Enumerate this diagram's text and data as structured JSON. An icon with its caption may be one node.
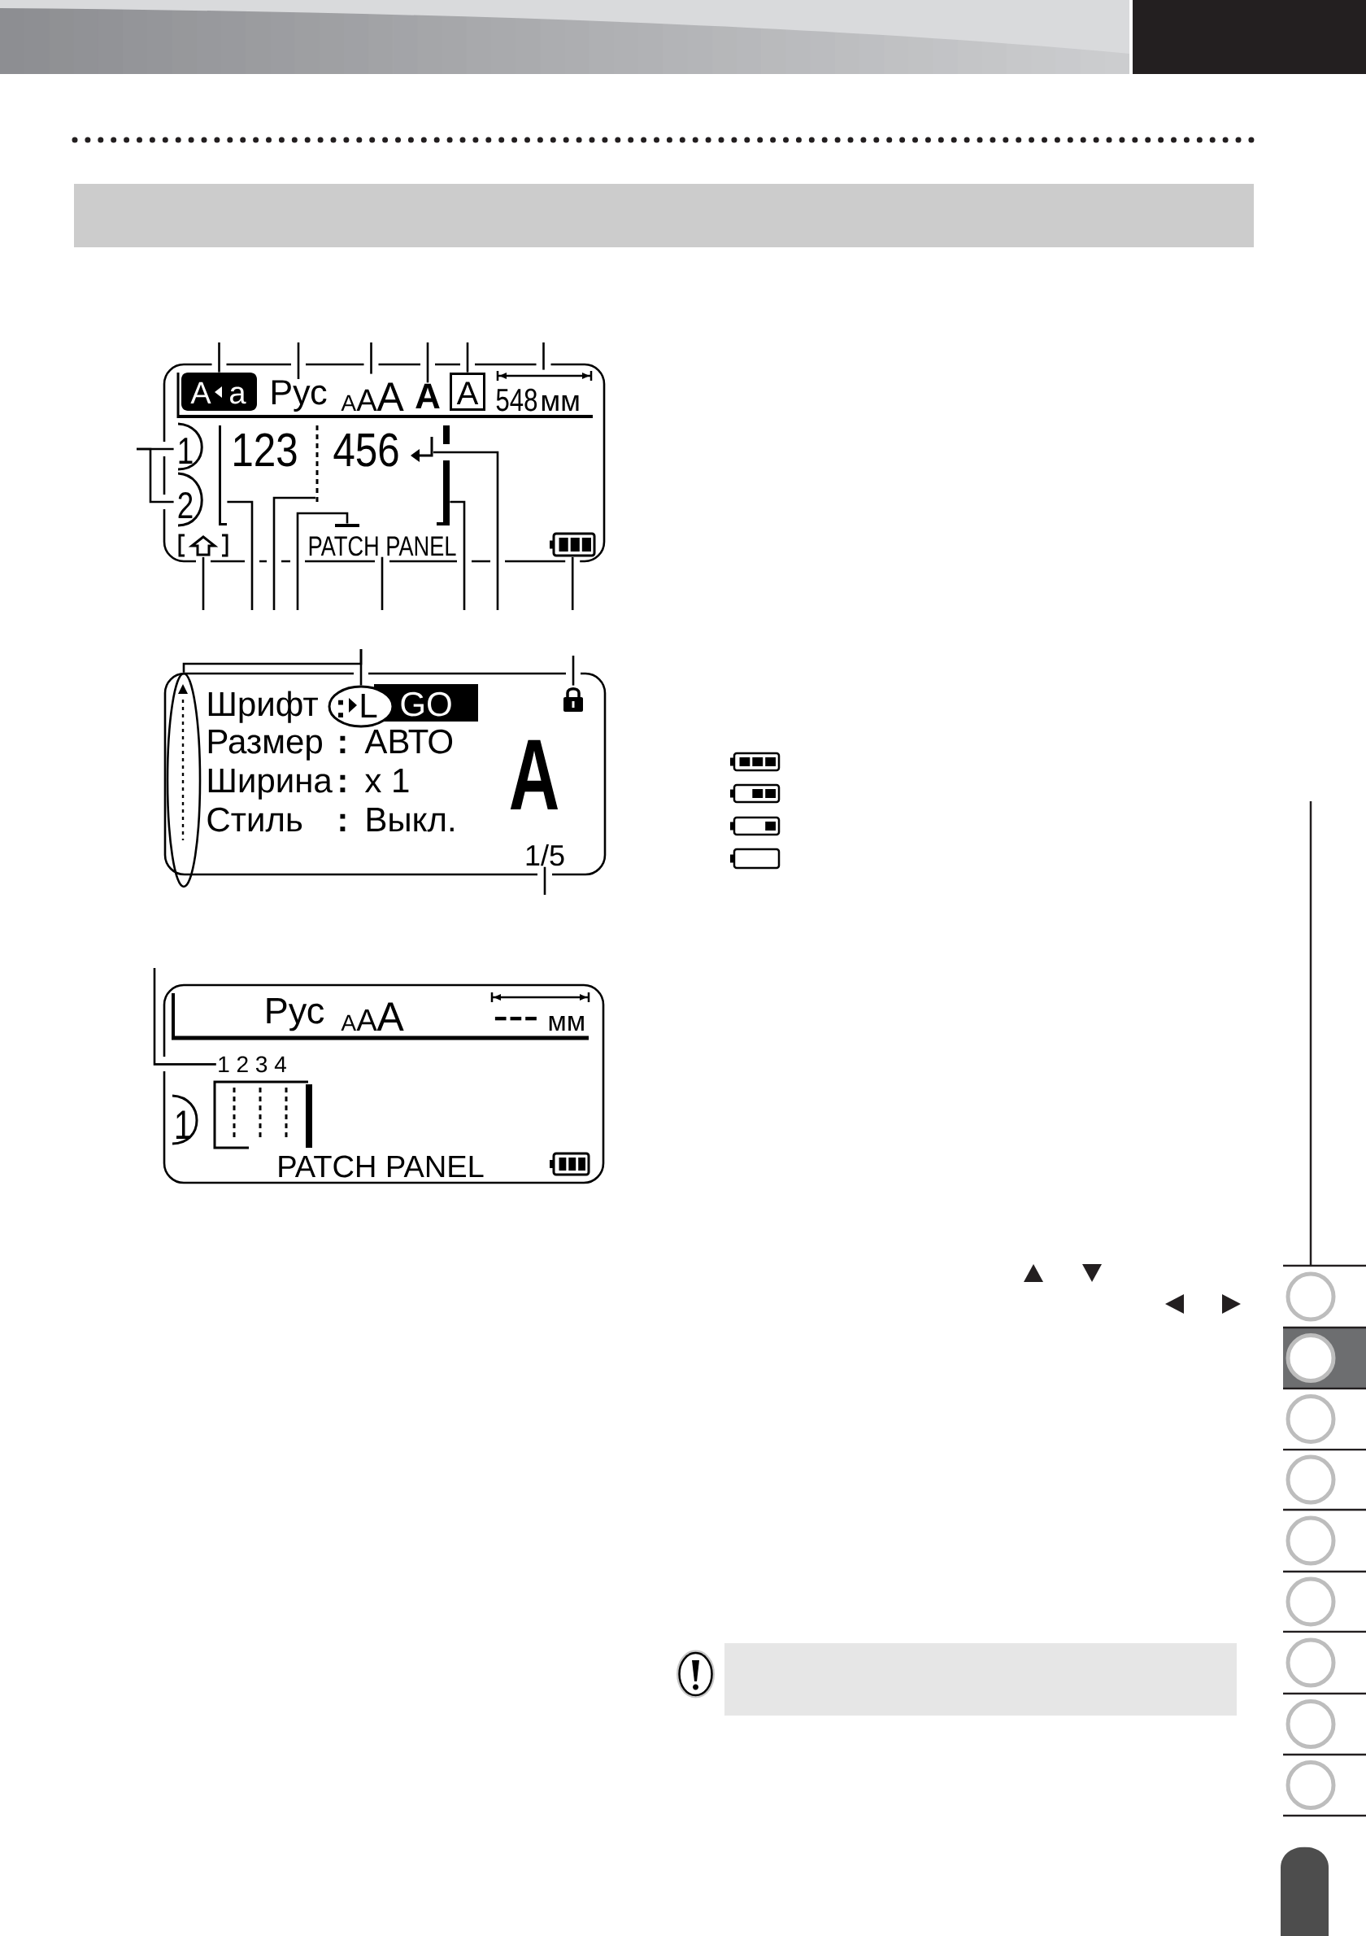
{
  "diagram": {
    "nodes": [
      {
        "text": [],
        "shape": "box"
      },
      {
        "text": [
          "123",
          "456"
        ]
      },
      {
        "text": [
          "A",
          "a"
        ],
        "in": 1
      },
      {
        "text": [
          "Рус"
        ],
        "in": 1
      },
      {
        "text": [
          "A",
          "A",
          "A"
        ],
        "in": 1
      },
      {
        "text": [
          "A"
        ],
        "in": 1
      },
      {
        "text": [
          "A"
        ],
        "in": 1
      },
      {
        "text": [
          "548",
          "мм"
        ],
        "in": 1
      },
      {
        "text": [
          "1"
        ],
        "in": 1
      },
      {
        "text": [],
        "shape": "bar",
        "in": 1
      },
      {
        "text": [],
        "shape": "line",
        "in": 1
      },
      {
        "text": [],
        "shape": "picture",
        "in": 1
      },
      {
        "text": [],
        "shape": "bar",
        "in": 1
      },
      {
        "text": [
          "2"
        ],
        "in": 1
      },
      {
        "text": [],
        "shape": "picture",
        "in": 1
      },
      {
        "text": [],
        "shape": "bar",
        "in": 1
      },
      {
        "text": [
          "PATCH PANEL"
        ],
        "in": 1
      },
      {
        "text": [],
        "shape": "picture",
        "in": 1
      },
      {
        "text": [
          "Шрифт",
          "GO",
          "Размер",
          ":",
          "АВТО",
          "Ширина",
          ":",
          "x 1",
          "Стиль",
          ":",
          "Выкл.",
          "A"
        ]
      },
      {
        "text": [],
        "shape": "ellipse",
        "in": 18
      },
      {
        "text": [
          ":",
          "L"
        ],
        "in": 18
      },
      {
        "text": [],
        "shape": "picture",
        "in": 18
      },
      {
        "text": [
          "1/5"
        ],
        "in": 18
      },
      {
        "text": [
          "Рус",
          "A",
          "A",
          "A",
          "---",
          "мм",
          "1",
          "PATCH PANEL"
        ]
      },
      {
        "text": [
          "1 2 3 4"
        ],
        "in": 23
      },
      {
        "text": [],
        "shape": "box"
      }
    ],
    "edges": [
      {
        "from": null,
        "to": 2,
        "arrow": "none"
      },
      {
        "from": null,
        "to": 3,
        "arrow": "none"
      },
      {
        "from": null,
        "to": 4,
        "arrow": "none"
      },
      {
        "from": null,
        "to": 5,
        "arrow": "none"
      },
      {
        "from": null,
        "to": 6,
        "arrow": "none"
      },
      {
        "from": null,
        "to": 7,
        "arrow": "none"
      },
      {
        "from": null,
        "to": 8,
        "arrow": "none"
      },
      {
        "from": null,
        "to": 13,
        "arrow": "none"
      },
      {
        "from": null,
        "to": 14,
        "arrow": "none"
      },
      {
        "from": null,
        "to": 9,
        "arrow": "none"
      },
      {
        "from": null,
        "to": 10,
        "arrow": "none"
      },
      {
        "from": null,
        "to": 15,
        "arrow": "none"
      },
      {
        "from": null,
        "to": 16,
        "arrow": "none"
      },
      {
        "from": null,
        "to": 12,
        "arrow": "none"
      },
      {
        "from": null,
        "to": 11,
        "arrow": "none"
      },
      {
        "from": null,
        "to": 17,
        "arrow": "none"
      },
      {
        "from": null,
        "to": 19,
        "arrow": "none"
      },
      {
        "from": null,
        "to": 20,
        "arrow": "none"
      },
      {
        "from": null,
        "to": 21,
        "arrow": "none"
      },
      {
        "from": null,
        "to": 22,
        "arrow": "none"
      },
      {
        "from": null,
        "to": 24,
        "arrow": "none"
      }
    ]
  }
}
